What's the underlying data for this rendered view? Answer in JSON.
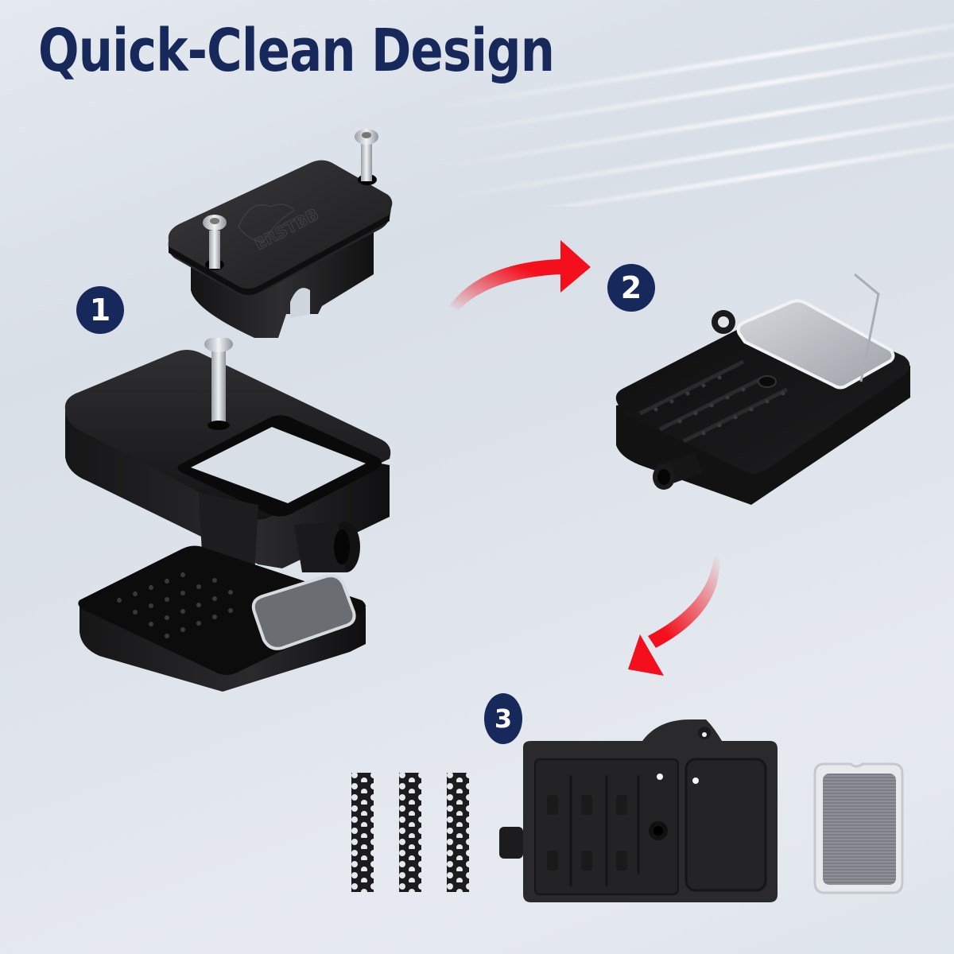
{
  "title": "Quick-Clean Design",
  "steps": [
    {
      "number": "1",
      "description": "Exploded view: cover plate with screws, frame and capping base"
    },
    {
      "number": "2",
      "description": "Assembled capping station with filter mesh lifted"
    },
    {
      "number": "3",
      "description": "Disassembled parts: three perforated pads, base tray, filter screen"
    }
  ],
  "colors": {
    "title": "#17285a",
    "badge": "#17285a",
    "arrow": "#f3101c",
    "part": "#1c1c1e",
    "background": "#e0e5ec"
  },
  "brand_engraving": "ERSTBB"
}
